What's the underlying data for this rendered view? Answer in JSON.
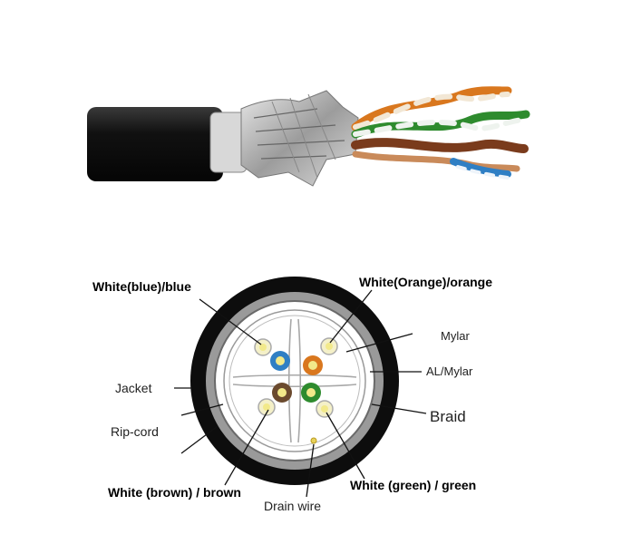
{
  "labels": {
    "white_blue": "White(blue)/blue",
    "white_orange": "White(Orange)/orange",
    "mylar": "Mylar",
    "al_mylar": "AL/Mylar",
    "jacket": "Jacket",
    "braid": "Braid",
    "rip_cord": "Rip-cord",
    "white_brown": "White (brown) / brown",
    "drain_wire": "Drain wire",
    "white_green": "White (green) / green"
  },
  "colors": {
    "jacket": "#0d0d0d",
    "braid_ring": "#9a9a9a",
    "foil": "#c8c8c8",
    "blue": "#2f7fc4",
    "orange": "#d9771e",
    "brown": "#6b4a2e",
    "green": "#2e8b2e",
    "white_wire": "#f2e98a"
  }
}
